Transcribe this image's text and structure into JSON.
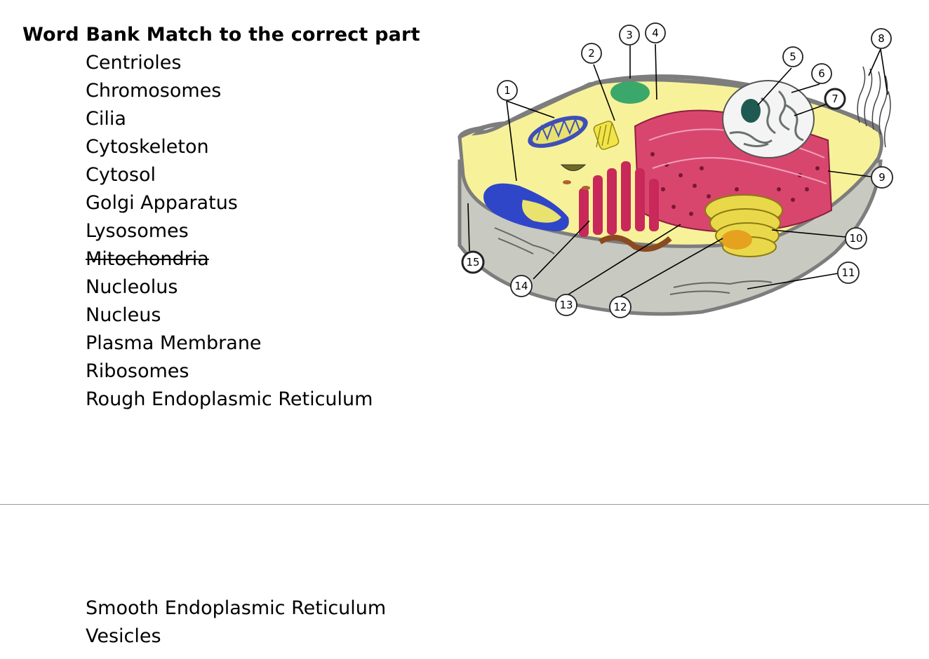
{
  "header": {
    "text": "Word Bank Match to the correct parts"
  },
  "word_bank": {
    "page1": [
      {
        "label": "Centrioles",
        "crossed_out": false
      },
      {
        "label": "Chromosomes",
        "crossed_out": false
      },
      {
        "label": "Cilia",
        "crossed_out": false
      },
      {
        "label": "Cytoskeleton",
        "crossed_out": false
      },
      {
        "label": "Cytosol",
        "crossed_out": false
      },
      {
        "label": "Golgi Apparatus",
        "crossed_out": false
      },
      {
        "label": "Lysosomes",
        "crossed_out": false
      },
      {
        "label": "Mitochondria",
        "crossed_out": true
      },
      {
        "label": "Nucleolus",
        "crossed_out": false
      },
      {
        "label": "Nucleus",
        "crossed_out": false
      },
      {
        "label": "Plasma Membrane",
        "crossed_out": false
      },
      {
        "label": "Ribosomes",
        "crossed_out": false
      },
      {
        "label": "Rough Endoplasmic Reticulum",
        "crossed_out": false
      }
    ],
    "page2": [
      {
        "label": "Smooth Endoplasmic Reticulum",
        "crossed_out": false
      },
      {
        "label": "Vesicles",
        "crossed_out": false
      }
    ]
  },
  "diagram": {
    "callouts": [
      "1",
      "2",
      "3",
      "4",
      "5",
      "6",
      "7",
      "8",
      "9",
      "10",
      "11",
      "12",
      "13",
      "14",
      "15"
    ],
    "colors": {
      "cytoplasm": "#f7f29a",
      "cell_base": "#c8c9c0",
      "membrane_outline": "#7d7d7d",
      "rough_er": "#d8466e",
      "golgi": "#e9d84a",
      "nucleus": "#f4f4f4",
      "nucleolus": "#1e5a52",
      "mitochondria": "#3e4fb8",
      "vacuole": "#2f46c9",
      "green_vesicle": "#3aa86b",
      "smooth_er_brown": "#8a4a22"
    }
  }
}
